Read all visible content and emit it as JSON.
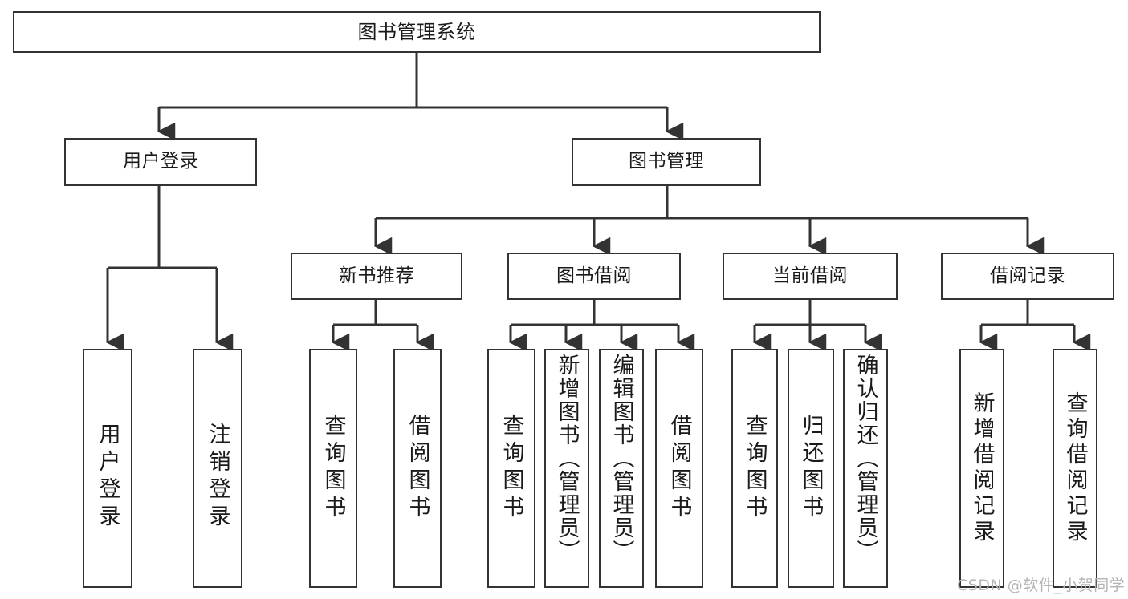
{
  "diagram": {
    "title": "图书管理系统",
    "type": "hierarchy-tree",
    "background_color": "#ffffff",
    "line_color": "#333333",
    "box_border_color": "#333333",
    "box_fill_color": "#ffffff",
    "text_color": "#1a1a1a"
  },
  "nodes": {
    "root": {
      "label": "图书管理系统"
    },
    "level2": [
      {
        "id": "user-login",
        "label": "用户登录"
      },
      {
        "id": "book-management",
        "label": "图书管理"
      }
    ],
    "level3": [
      {
        "id": "new-book-recommend",
        "label": "新书推荐"
      },
      {
        "id": "book-borrow",
        "label": "图书借阅"
      },
      {
        "id": "current-borrow",
        "label": "当前借阅"
      },
      {
        "id": "borrow-record",
        "label": "借阅记录"
      }
    ],
    "leaves": {
      "user_login": [
        {
          "id": "leaf-user-login",
          "label": "用户登录"
        },
        {
          "id": "leaf-logout",
          "label": "注销登录"
        }
      ],
      "new_book_recommend": [
        {
          "id": "leaf-query-book-1",
          "label": "查询图书"
        },
        {
          "id": "leaf-borrow-book-1",
          "label": "借阅图书"
        }
      ],
      "book_borrow": [
        {
          "id": "leaf-query-book-2",
          "label": "查询图书"
        },
        {
          "id": "leaf-add-book",
          "label": "新增图书（管理员）"
        },
        {
          "id": "leaf-edit-book",
          "label": "编辑图书（管理员）"
        },
        {
          "id": "leaf-borrow-book-2",
          "label": "借阅图书"
        }
      ],
      "current_borrow": [
        {
          "id": "leaf-query-book-3",
          "label": "查询图书"
        },
        {
          "id": "leaf-return-book",
          "label": "归还图书"
        },
        {
          "id": "leaf-confirm-return",
          "label": "确认归还（管理员）"
        }
      ],
      "borrow_record": [
        {
          "id": "leaf-add-record",
          "label": "新增借阅记录"
        },
        {
          "id": "leaf-query-record",
          "label": "查询借阅记录"
        }
      ]
    }
  },
  "watermark": {
    "text": "CSDN @软件_小贺同学"
  }
}
